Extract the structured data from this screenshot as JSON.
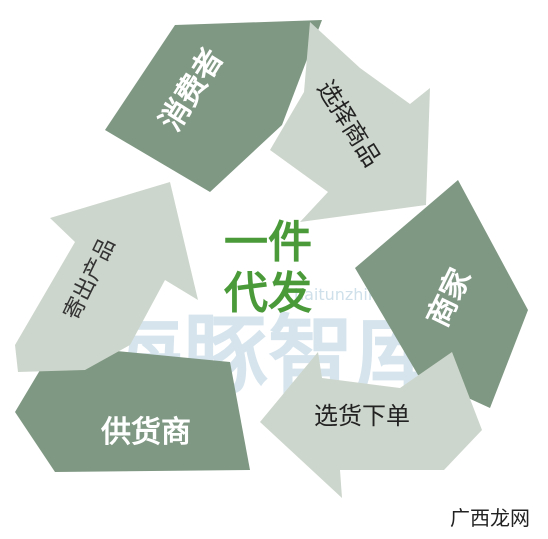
{
  "center": {
    "line1": "一件",
    "line2": "代发"
  },
  "nodes": {
    "consumer": "消费者",
    "choose_product": "选择商品",
    "merchant": "商家",
    "place_order": "选货下单",
    "supplier": "供货商",
    "ship_product": "寄出产品"
  },
  "watermark": {
    "text": "海豚智库",
    "url": "haitunzhiku.com"
  },
  "corner_credit": "广西龙网",
  "colors": {
    "dark": "#7f9883",
    "light": "#cdd6cc",
    "center_text": "#4b9a3a",
    "watermark": "#cfe0ea"
  }
}
